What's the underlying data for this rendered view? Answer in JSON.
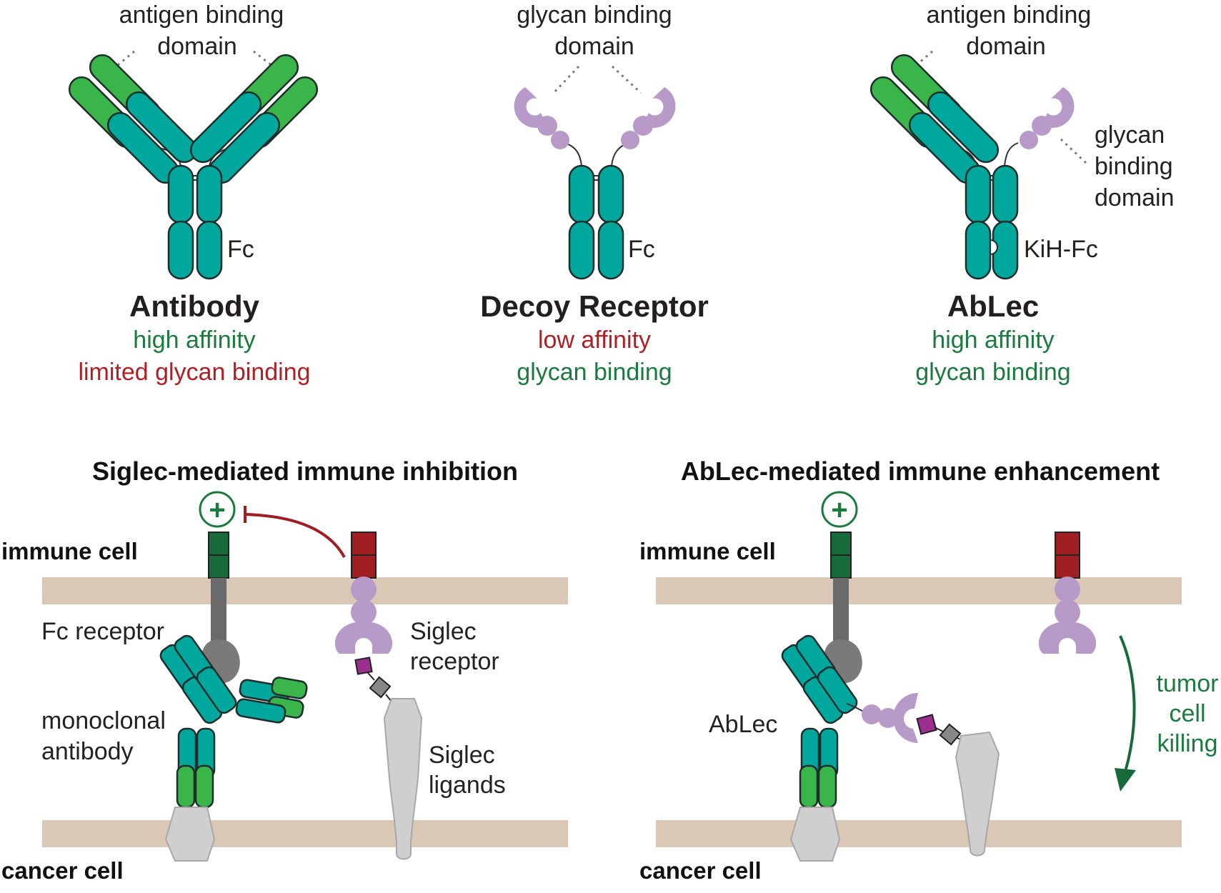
{
  "top": {
    "antibody": {
      "label_top": [
        "antigen binding",
        "domain"
      ],
      "fc": "Fc",
      "title": "Antibody",
      "line1": "high affinity",
      "line2": "limited glycan binding",
      "line1_color": "#1b7a3e",
      "line2_color": "#b01f24"
    },
    "decoy": {
      "label_top": [
        "glycan binding",
        "domain"
      ],
      "fc": "Fc",
      "title": "Decoy Receptor",
      "line1": "low affinity",
      "line2": "glycan binding",
      "line1_color": "#b01f24",
      "line2_color": "#1b7a3e"
    },
    "ablec": {
      "label_top": [
        "antigen binding",
        "domain"
      ],
      "label_side": [
        "glycan",
        "binding",
        "domain"
      ],
      "fc": "KiH-Fc",
      "title": "AbLec",
      "line1": "high affinity",
      "line2": "glycan binding",
      "line1_color": "#1b7a3e",
      "line2_color": "#1b7a3e"
    }
  },
  "bottom": {
    "left": {
      "title": "Siglec-mediated immune inhibition",
      "immune_cell": "immune cell",
      "cancer_cell": "cancer cell",
      "fc_receptor": "Fc receptor",
      "siglec_receptor": [
        "Siglec",
        "receptor"
      ],
      "antibody": [
        "monoclonal",
        "antibody"
      ],
      "ligands": [
        "Siglec",
        "ligands"
      ],
      "plus": "+"
    },
    "right": {
      "title": "AbLec-mediated immune enhancement",
      "immune_cell": "immune cell",
      "cancer_cell": "cancer cell",
      "ablec": "AbLec",
      "killing": [
        "tumor",
        "cell",
        "killing"
      ],
      "plus": "+"
    }
  },
  "colors": {
    "teal": "#00a79d",
    "green": "#3ab54a",
    "purple": "#b89ac9",
    "membrane": "#dbc7b5",
    "activating_receptor": "#176b3a",
    "inhibitory_receptor": "#a01d22",
    "ligand_gray": "#cfcfcf",
    "positive_text": "#1b7a3e",
    "negative_text": "#b01f24"
  }
}
